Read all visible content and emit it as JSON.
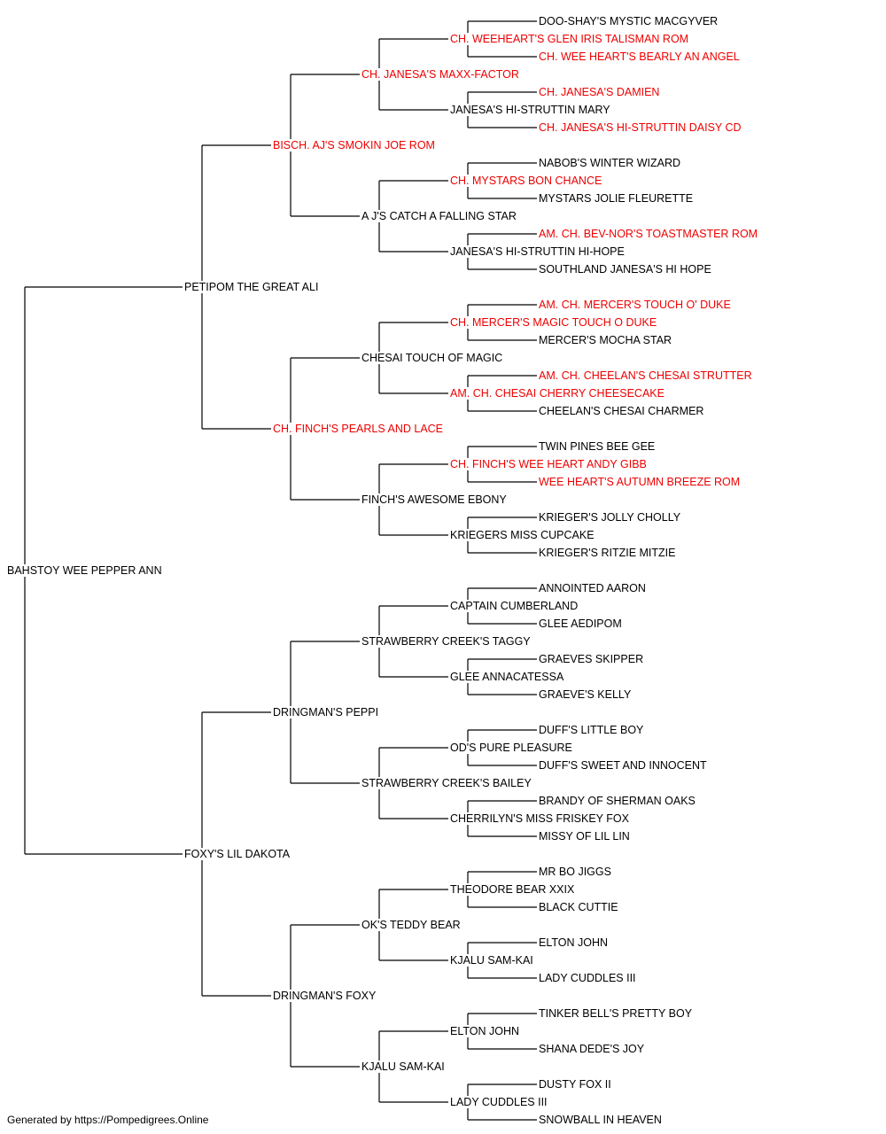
{
  "pedigree": {
    "subject": {
      "name": "BAHSTOY WEE PEPPER ANN",
      "champion": false
    },
    "sire": {
      "name": "PETIPOM THE GREAT ALI",
      "champion": false,
      "sire": {
        "name": "BISCH. AJ'S SMOKIN JOE ROM",
        "champion": true,
        "sire": {
          "name": "CH. JANESA'S MAXX-FACTOR",
          "champion": true,
          "sire": {
            "name": "CH. WEEHEART'S GLEN IRIS TALISMAN ROM",
            "champion": true,
            "sire": {
              "name": "DOO-SHAY'S MYSTIC MACGYVER",
              "champion": false
            },
            "dam": {
              "name": "CH. WEE HEART'S BEARLY AN ANGEL",
              "champion": true
            }
          },
          "dam": {
            "name": "JANESA'S HI-STRUTTIN MARY",
            "champion": false,
            "sire": {
              "name": "CH. JANESA'S DAMIEN",
              "champion": true
            },
            "dam": {
              "name": "CH. JANESA'S HI-STRUTTIN DAISY CD",
              "champion": true
            }
          }
        },
        "dam": {
          "name": "A J'S CATCH A FALLING STAR",
          "champion": false,
          "sire": {
            "name": "CH. MYSTARS BON CHANCE",
            "champion": true,
            "sire": {
              "name": "NABOB'S WINTER WIZARD",
              "champion": false
            },
            "dam": {
              "name": "MYSTARS JOLIE FLEURETTE",
              "champion": false
            }
          },
          "dam": {
            "name": "JANESA'S HI-STRUTTIN HI-HOPE",
            "champion": false,
            "sire": {
              "name": "AM. CH. BEV-NOR'S TOASTMASTER ROM",
              "champion": true
            },
            "dam": {
              "name": "SOUTHLAND JANESA'S HI HOPE",
              "champion": false
            }
          }
        }
      },
      "dam": {
        "name": "CH. FINCH'S PEARLS AND LACE",
        "champion": true,
        "sire": {
          "name": "CHESAI TOUCH OF MAGIC",
          "champion": false,
          "sire": {
            "name": "CH. MERCER'S MAGIC TOUCH O DUKE",
            "champion": true,
            "sire": {
              "name": "AM. CH. MERCER'S TOUCH O' DUKE",
              "champion": true
            },
            "dam": {
              "name": "MERCER'S MOCHA STAR",
              "champion": false
            }
          },
          "dam": {
            "name": "AM. CH. CHESAI CHERRY CHEESECAKE",
            "champion": true,
            "sire": {
              "name": "AM. CH. CHEELAN'S CHESAI STRUTTER",
              "champion": true
            },
            "dam": {
              "name": "CHEELAN'S CHESAI CHARMER",
              "champion": false
            }
          }
        },
        "dam": {
          "name": "FINCH'S AWESOME EBONY",
          "champion": false,
          "sire": {
            "name": "CH. FINCH'S WEE HEART ANDY GIBB",
            "champion": true,
            "sire": {
              "name": "TWIN PINES BEE GEE",
              "champion": false
            },
            "dam": {
              "name": "WEE HEART'S AUTUMN BREEZE ROM",
              "champion": true
            }
          },
          "dam": {
            "name": "KRIEGERS MISS CUPCAKE",
            "champion": false,
            "sire": {
              "name": "KRIEGER'S JOLLY CHOLLY",
              "champion": false
            },
            "dam": {
              "name": "KRIEGER'S RITZIE MITZIE",
              "champion": false
            }
          }
        }
      }
    },
    "dam": {
      "name": "FOXY'S LIL DAKOTA",
      "champion": false,
      "sire": {
        "name": "DRINGMAN'S PEPPI",
        "champion": false,
        "sire": {
          "name": "STRAWBERRY CREEK'S TAGGY",
          "champion": false,
          "sire": {
            "name": "CAPTAIN CUMBERLAND",
            "champion": false,
            "sire": {
              "name": "ANNOINTED AARON",
              "champion": false
            },
            "dam": {
              "name": "GLEE AEDIPOM",
              "champion": false
            }
          },
          "dam": {
            "name": "GLEE ANNACATESSA",
            "champion": false,
            "sire": {
              "name": "GRAEVES SKIPPER",
              "champion": false
            },
            "dam": {
              "name": "GRAEVE'S KELLY",
              "champion": false
            }
          }
        },
        "dam": {
          "name": "STRAWBERRY CREEK'S BAILEY",
          "champion": false,
          "sire": {
            "name": "OD'S PURE PLEASURE",
            "champion": false,
            "sire": {
              "name": "DUFF'S LITTLE BOY",
              "champion": false
            },
            "dam": {
              "name": "DUFF'S SWEET AND INNOCENT",
              "champion": false
            }
          },
          "dam": {
            "name": "CHERRILYN'S MISS FRISKEY FOX",
            "champion": false,
            "sire": {
              "name": "BRANDY OF SHERMAN OAKS",
              "champion": false
            },
            "dam": {
              "name": "MISSY OF LIL LIN",
              "champion": false
            }
          }
        }
      },
      "dam": {
        "name": "DRINGMAN'S FOXY",
        "champion": false,
        "sire": {
          "name": "OK'S TEDDY BEAR",
          "champion": false,
          "sire": {
            "name": "THEODORE BEAR XXIX",
            "champion": false,
            "sire": {
              "name": "MR BO JIGGS",
              "champion": false
            },
            "dam": {
              "name": "BLACK CUTTIE",
              "champion": false
            }
          },
          "dam": {
            "name": "KJALU SAM-KAI",
            "champion": false,
            "sire": {
              "name": "ELTON JOHN",
              "champion": false
            },
            "dam": {
              "name": "LADY CUDDLES III",
              "champion": false
            }
          }
        },
        "dam": {
          "name": "KJALU SAM-KAI",
          "champion": false,
          "sire": {
            "name": "ELTON JOHN",
            "champion": false,
            "sire": {
              "name": "TINKER BELL'S PRETTY BOY",
              "champion": false
            },
            "dam": {
              "name": "SHANA DEDE'S JOY",
              "champion": false
            }
          },
          "dam": {
            "name": "LADY CUDDLES III",
            "champion": false,
            "sire": {
              "name": "DUSTY FOX II",
              "champion": false
            },
            "dam": {
              "name": "SNOWBALL IN HEAVEN",
              "champion": false
            }
          }
        }
      }
    }
  },
  "footer": "Generated by https://Pompedigrees.Online",
  "colors": {
    "champion": "#ee0000",
    "normal": "#000000",
    "line": "#000000"
  }
}
